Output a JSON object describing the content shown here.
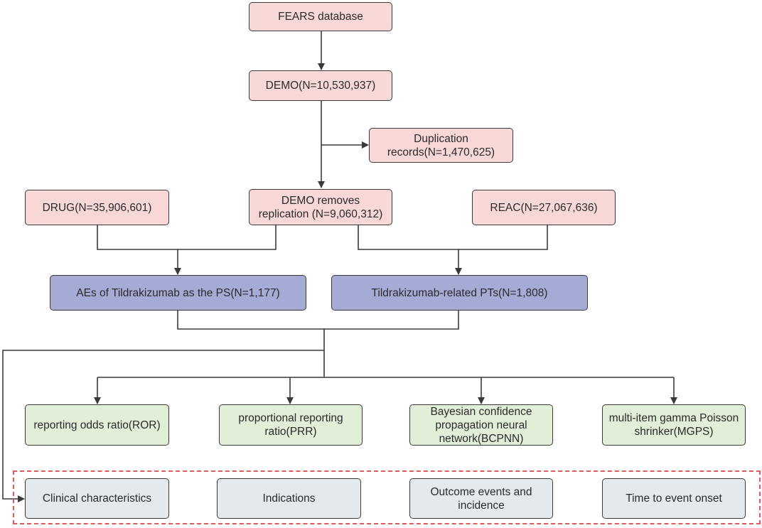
{
  "nodes": {
    "fears": "FEARS database",
    "demo": "DEMO(N=10,530,937)",
    "duplication": "Duplication records(N=1,470,625)",
    "drug": "DRUG(N=35,906,601)",
    "demo_removed": "DEMO removes replication (N=9,060,312)",
    "reac": "REAC(N=27,067,636)",
    "aes": "AEs of Tildrakizumab as the PS(N=1,177)",
    "pts": "Tildrakizumab-related PTs(N=1,808)",
    "ror": "reporting odds ratio(ROR)",
    "prr": "proportional reporting ratio(PRR)",
    "bcpnn": "Bayesian confidence propagation neural network(BCPNN)",
    "mgps": "multi-item gamma Poisson shrinker(MGPS)",
    "clinical": "Clinical characteristics",
    "indications": "Indications",
    "outcome": "Outcome events and incidence",
    "time": "Time to event onset"
  },
  "colors": {
    "source": "#f8d7d7",
    "primary": "#a6abd6",
    "method": "#e2efd8",
    "analysis": "#e4e9ed",
    "dashed_frame": "#e35a5a",
    "line": "#3a3a3a"
  }
}
